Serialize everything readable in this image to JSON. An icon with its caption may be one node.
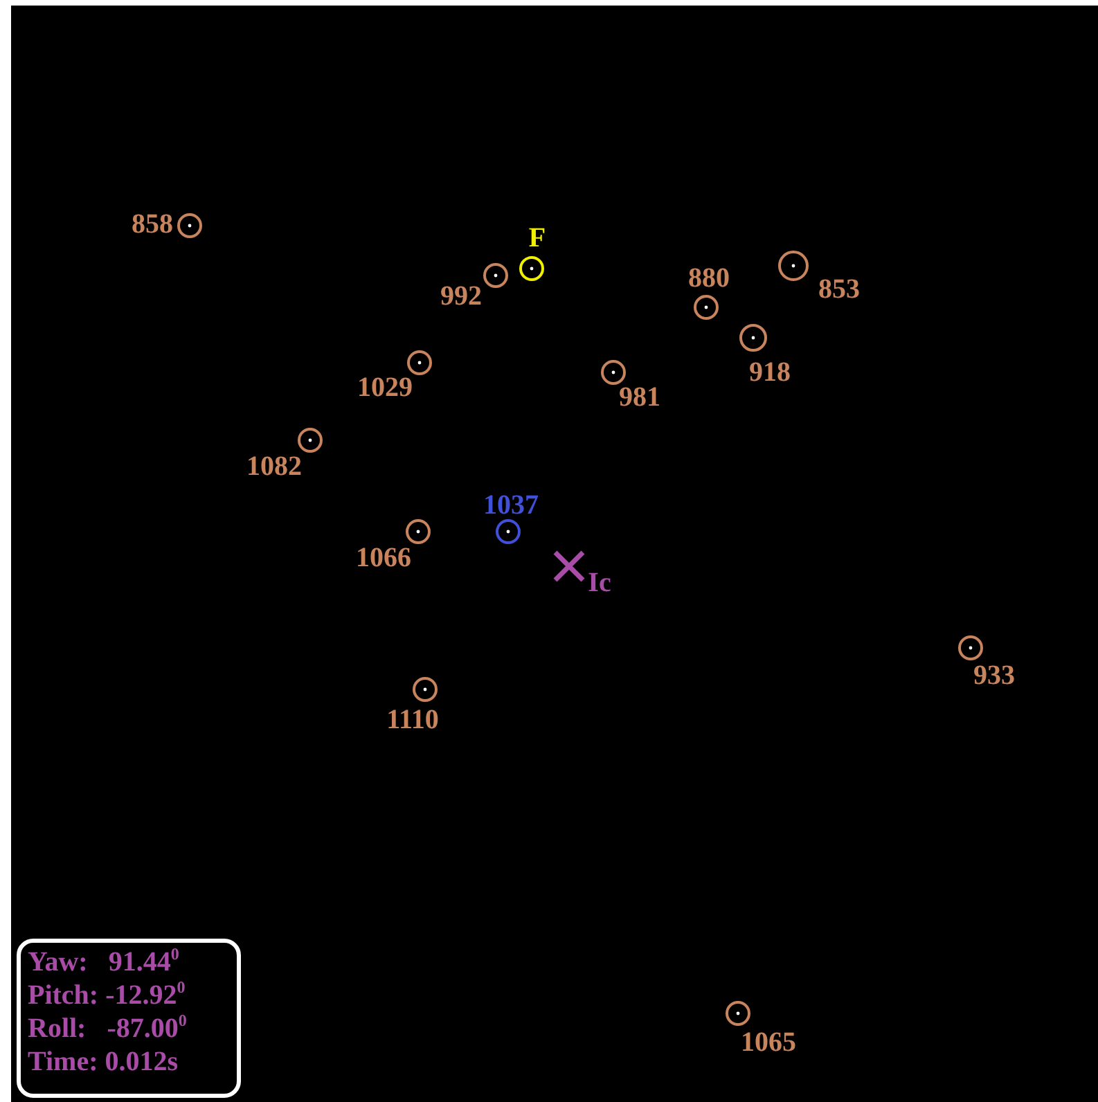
{
  "diagram": {
    "nodes": [
      {
        "text": [
          "Yaw:   91.44$^{0}$",
          "Pitch: -12.92$^{0}$",
          "Roll:   -87.00$^{0}$",
          "Time: 0.012s"
        ]
      }
    ],
    "labels": [
      "858",
      "F",
      "992",
      "880",
      "853",
      "1029",
      "918",
      "981",
      "1082",
      "1037",
      "1066",
      "Ic",
      "933",
      "1110",
      "1065"
    ]
  }
}
